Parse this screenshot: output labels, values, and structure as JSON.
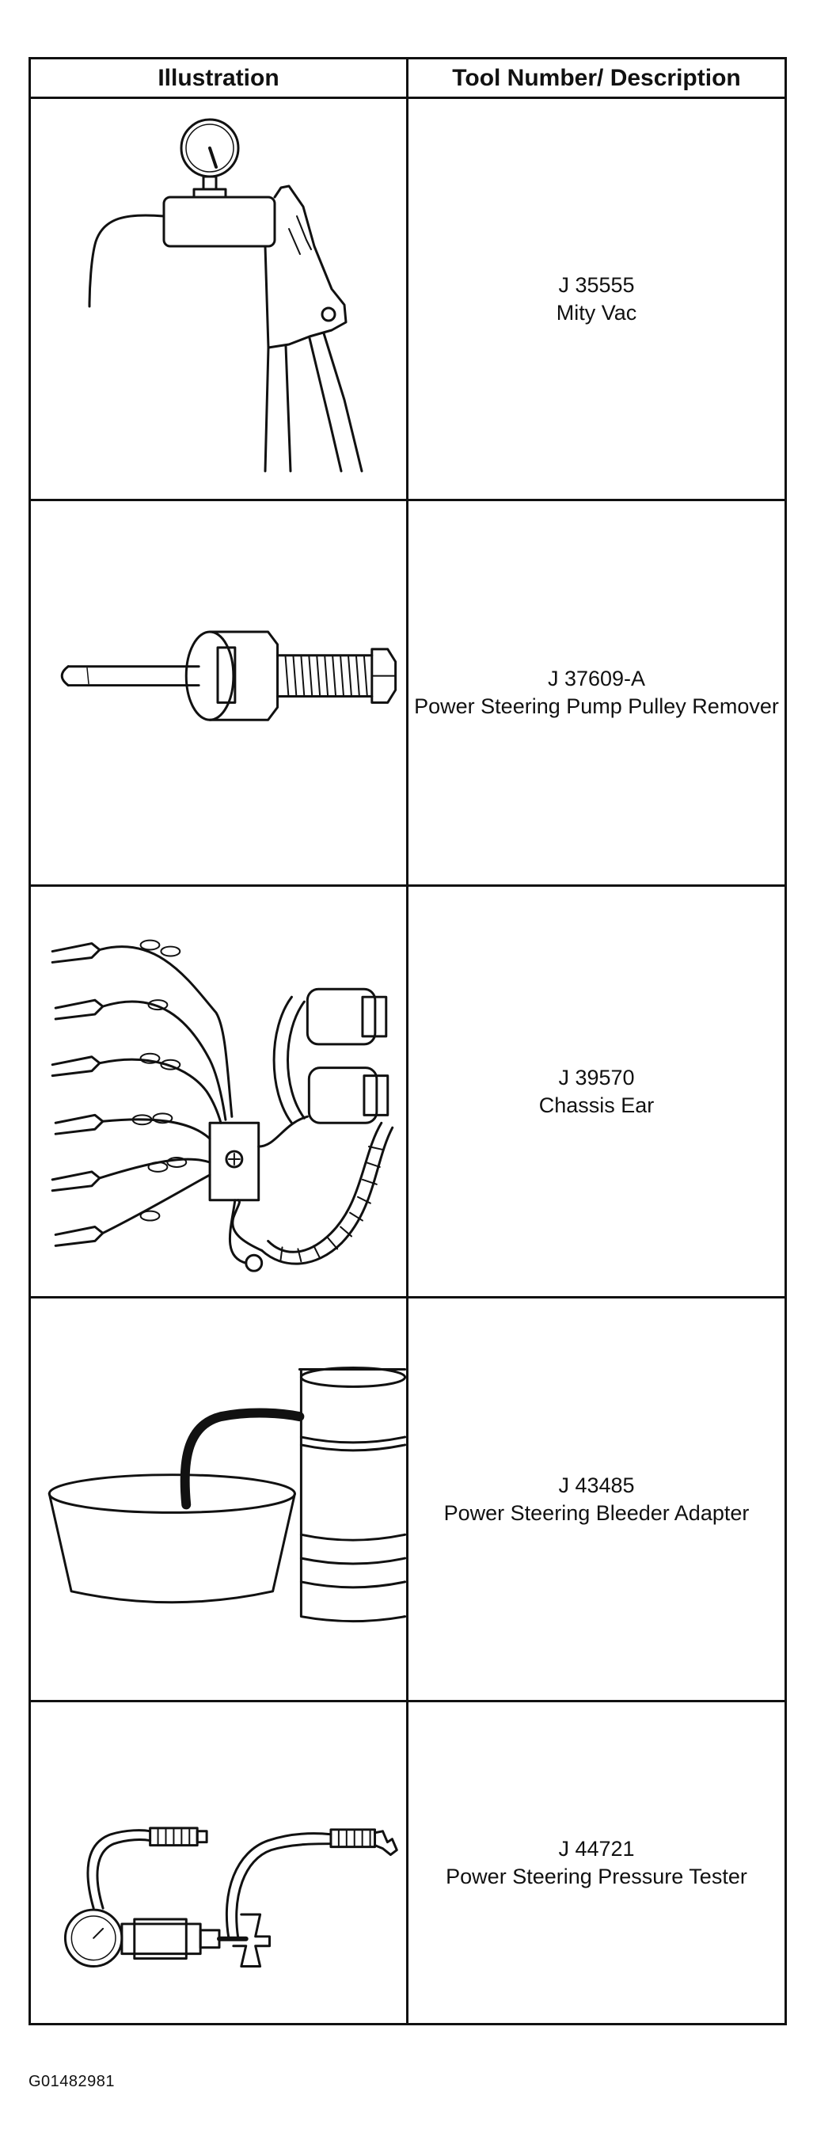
{
  "table": {
    "header": {
      "illustration": "Illustration",
      "description": "Tool Number/ Description"
    },
    "tools": [
      {
        "number": "J 35555",
        "description": "Mity Vac",
        "icon": "vacuum-pump-icon"
      },
      {
        "number": "J 37609-A",
        "description": "Power Steering Pump Pulley Remover",
        "icon": "pulley-remover-icon"
      },
      {
        "number": "J 39570",
        "description": "Chassis Ear",
        "icon": "chassis-ear-icon"
      },
      {
        "number": "J 43485",
        "description": "Power Steering Bleeder Adapter",
        "icon": "bleeder-adapter-icon"
      },
      {
        "number": "J 44721",
        "description": "Power Steering Pressure Tester",
        "icon": "pressure-tester-icon"
      }
    ]
  },
  "figure_id": "G01482981"
}
